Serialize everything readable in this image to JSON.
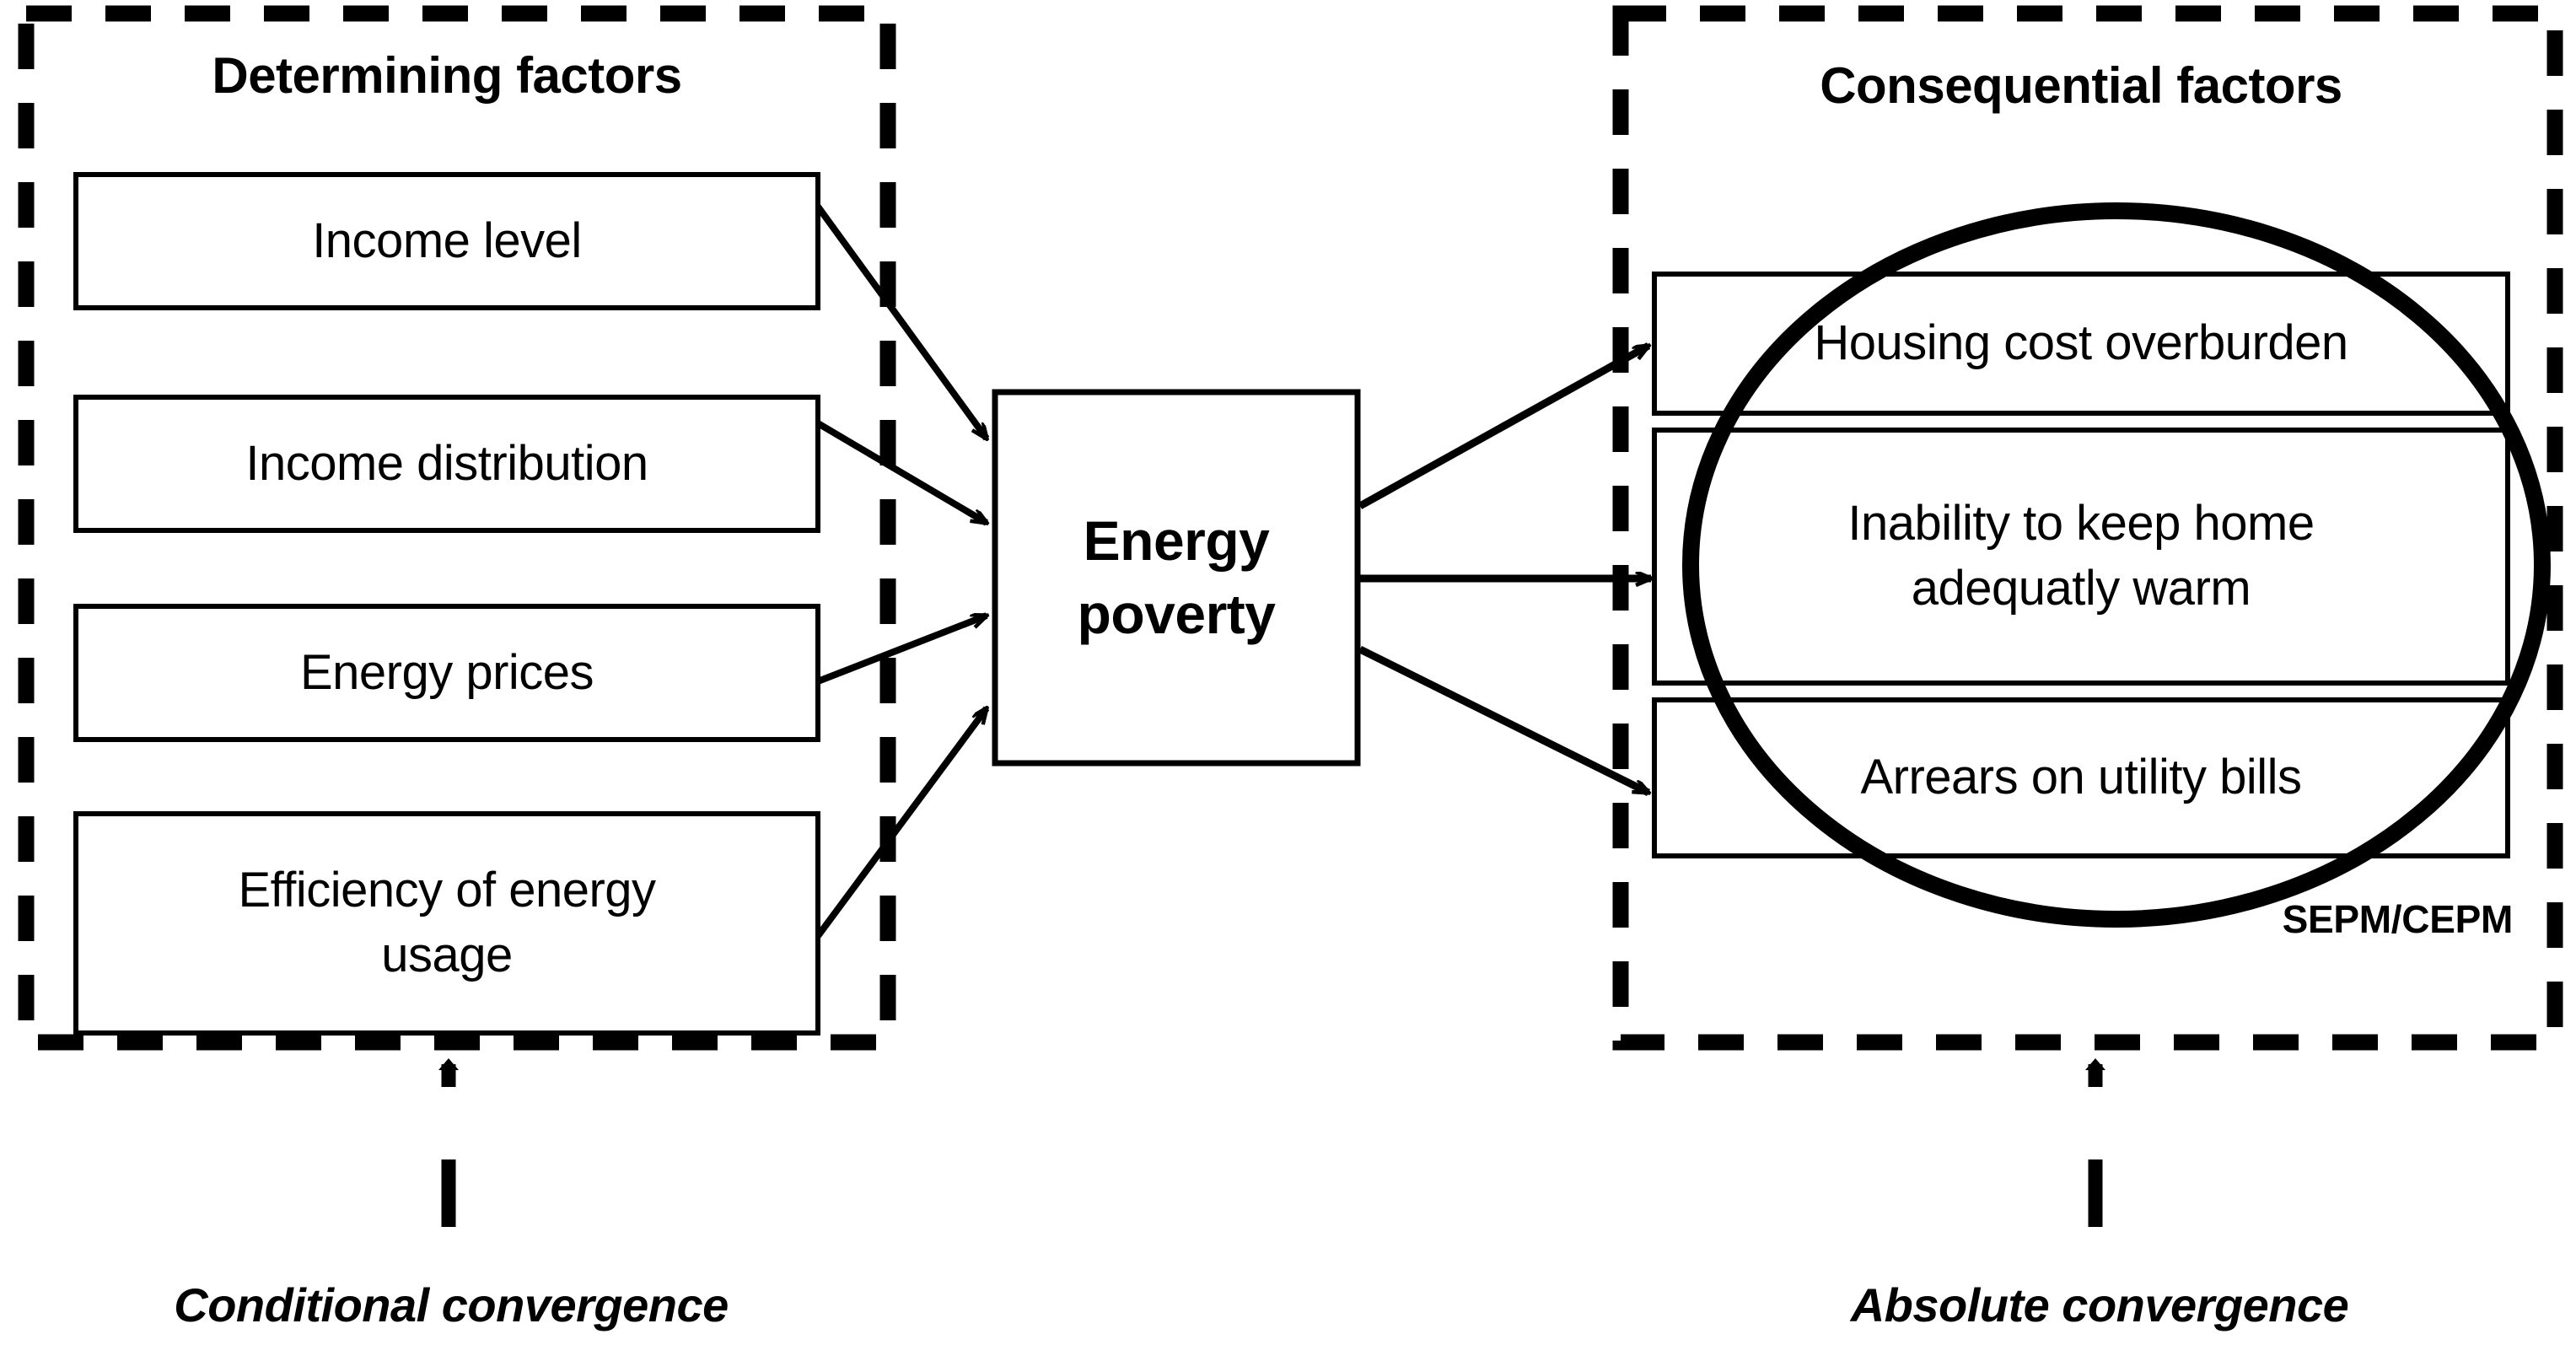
{
  "diagram": {
    "left_panel": {
      "title": "Determining factors",
      "caption": "Conditional convergence",
      "factors": [
        {
          "label": "Income level"
        },
        {
          "label": "Income distribution"
        },
        {
          "label": "Energy prices"
        },
        {
          "label": "Efficiency of energy\nusage"
        }
      ]
    },
    "center": {
      "label": "Energy\npoverty"
    },
    "right_panel": {
      "title": "Consequential factors",
      "caption": "Absolute convergence",
      "ellipse_tag": "SEPM/CEPM",
      "factors": [
        {
          "label": "Housing cost overburden"
        },
        {
          "label": "Inability to keep home\nadequatly warm"
        },
        {
          "label": "Arrears on utility bills"
        }
      ]
    },
    "colors": {
      "stroke": "#000000",
      "background": "#ffffff"
    }
  }
}
